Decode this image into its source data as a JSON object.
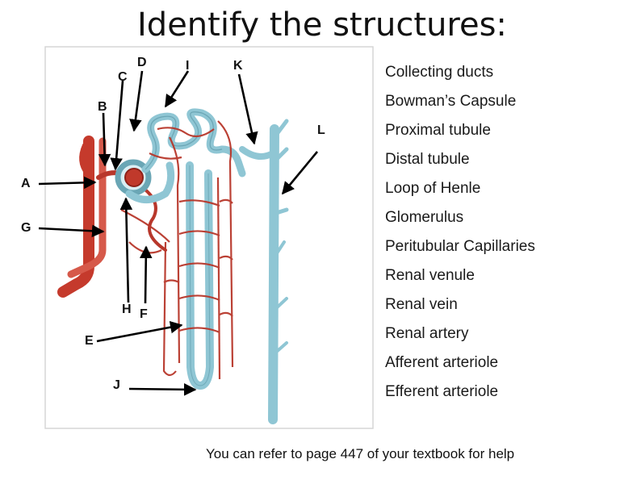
{
  "title": "Identify the structures:",
  "letters": {
    "A": "A",
    "B": "B",
    "C": "C",
    "D": "D",
    "E": "E",
    "F": "F",
    "G": "G",
    "H": "H",
    "I": "I",
    "J": "J",
    "K": "K",
    "L": "L"
  },
  "terms": [
    "Collecting ducts",
    "Bowman’s Capsule",
    "Proximal tubule",
    "Distal tubule",
    "Loop of Henle",
    "Glomerulus",
    "Peritubular Capillaries",
    "Renal venule",
    "Renal vein",
    "Renal artery",
    "Afferent arteriole",
    "Efferent arteriole"
  ],
  "footnote": "You can refer to page 447 of your textbook for help",
  "colors": {
    "vessel": "#c0392b",
    "tubule": "#8fc6d4",
    "tubule_edge": "#5b97a6",
    "arrow": "#000000"
  }
}
